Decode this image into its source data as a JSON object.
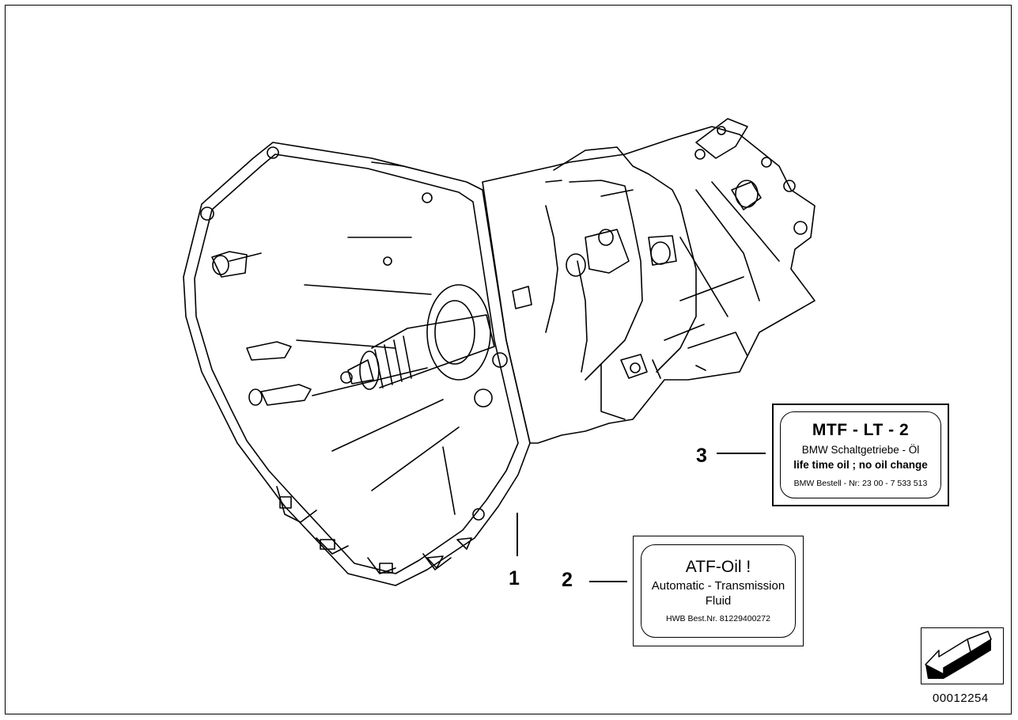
{
  "callouts": [
    "1",
    "2",
    "3"
  ],
  "label_mtf": {
    "title": "MTF - LT - 2",
    "line1": "BMW Schaltgetriebe - Öl",
    "line2": "life time oil ; no oil change",
    "order": "BMW Bestell - Nr:  23 00 - 7 533 513"
  },
  "label_atf": {
    "title": "ATF-Oil !",
    "line1": "Automatic - Transmission",
    "line2": "Fluid",
    "order": "HWB Best.Nr. 81229400272"
  },
  "reference_number": "00012254",
  "icons": {
    "navigation": "arrow-down-left-icon",
    "drawing": "manual-transmission-illustration"
  },
  "colors": {
    "ink": "#000000",
    "background": "#ffffff"
  }
}
